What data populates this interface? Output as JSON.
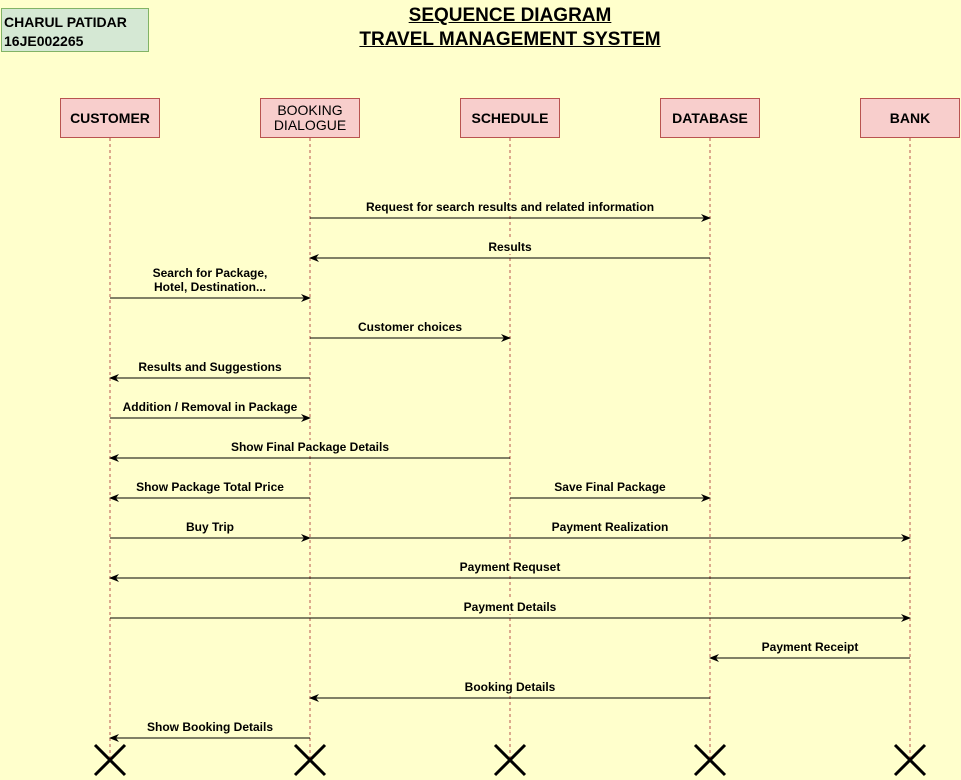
{
  "author": {
    "name": "CHARUL PATIDAR",
    "id": "16JE002265"
  },
  "title": {
    "line1": "SEQUENCE DIAGRAM",
    "line2": "TRAVEL MANAGEMENT SYSTEM"
  },
  "actors": [
    {
      "key": "customer",
      "label": "CUSTOMER"
    },
    {
      "key": "booking",
      "label": "BOOKING\nDIALOGUE"
    },
    {
      "key": "schedule",
      "label": "SCHEDULE"
    },
    {
      "key": "database",
      "label": "DATABASE"
    },
    {
      "key": "bank",
      "label": "BANK"
    }
  ],
  "messages": [
    {
      "from": 1,
      "to": 3,
      "label": "Request for search results and related information"
    },
    {
      "from": 3,
      "to": 1,
      "label": "Results"
    },
    {
      "from": 0,
      "to": 1,
      "label": "Search for Package,\nHotel, Destination..."
    },
    {
      "from": 1,
      "to": 2,
      "label": "Customer choices"
    },
    {
      "from": 1,
      "to": 0,
      "label": "Results and Suggestions"
    },
    {
      "from": 0,
      "to": 1,
      "label": "Addition / Removal in Package"
    },
    {
      "from": 2,
      "to": 0,
      "label": "Show Final Package Details"
    },
    {
      "from": 1,
      "to": 0,
      "label": "Show Package Total Price"
    },
    {
      "from": 2,
      "to": 3,
      "label": "Save Final Package"
    },
    {
      "from": 0,
      "to": 1,
      "label": "Buy Trip"
    },
    {
      "from": 1,
      "to": 4,
      "label": "Payment Realization"
    },
    {
      "from": 4,
      "to": 0,
      "label": "Payment Requset"
    },
    {
      "from": 0,
      "to": 4,
      "label": "Payment Details"
    },
    {
      "from": 4,
      "to": 3,
      "label": "Payment Receipt"
    },
    {
      "from": 3,
      "to": 1,
      "label": "Booking Details"
    },
    {
      "from": 1,
      "to": 0,
      "label": "Show Booking Details"
    }
  ],
  "colors": {
    "background": "#ffffcc",
    "actor_fill": "#f8cecc",
    "actor_stroke": "#b85450",
    "author_fill": "#d5e8d4",
    "author_stroke": "#82b366",
    "lifeline": "#b85450"
  }
}
